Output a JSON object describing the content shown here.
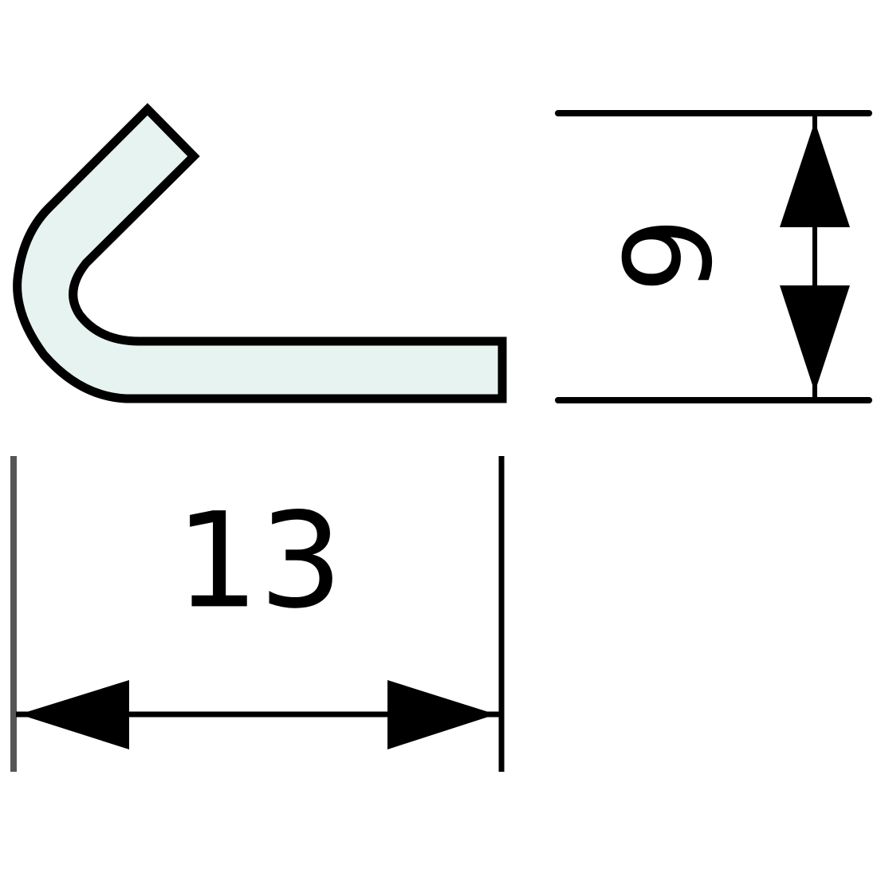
{
  "drawing": {
    "type": "dimension-drawing",
    "subject": "bent hook profile",
    "profile_fill": "#e6f3f0",
    "stroke_color": "#000000",
    "background": "#ffffff"
  },
  "dimensions": {
    "width": {
      "value": "13",
      "orientation": "horizontal"
    },
    "height": {
      "value": "9",
      "orientation": "vertical-rotated"
    }
  }
}
